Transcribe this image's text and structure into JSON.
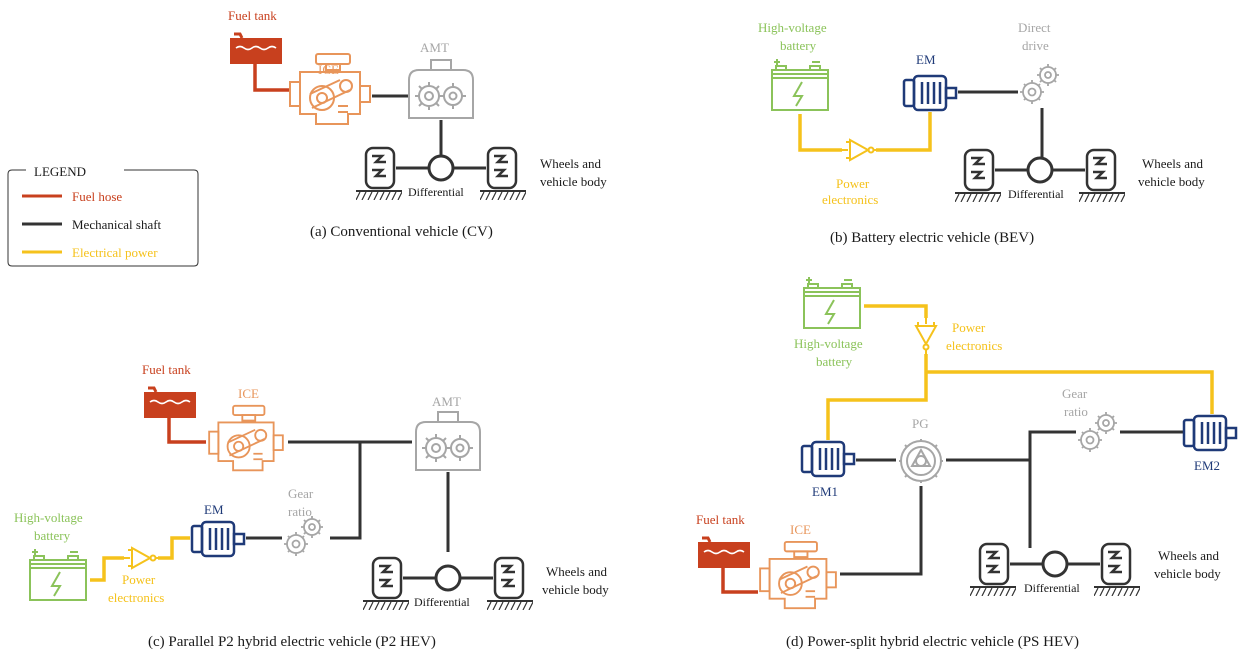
{
  "colors": {
    "fuel": "#c8401e",
    "ice": "#e8955a",
    "gray": "#a6a6a6",
    "shaft": "#333333",
    "electric": "#f5c21c",
    "battery": "#8bc35a",
    "motor": "#1f3a78"
  },
  "legend": {
    "title": "LEGEND",
    "items": [
      {
        "label": "Fuel hose",
        "color_key": "fuel"
      },
      {
        "label": "Mechanical shaft",
        "color_key": "shaft"
      },
      {
        "label": "Electrical power",
        "color_key": "electric"
      }
    ]
  },
  "panel_a": {
    "caption": "(a) Conventional vehicle (CV)",
    "fuel_tank": "Fuel tank",
    "ice": "ICE",
    "amt": "AMT",
    "differential": "Differential",
    "wheels_line1": "Wheels and",
    "wheels_line2": "vehicle body"
  },
  "panel_b": {
    "caption": "(b) Battery electric vehicle (BEV)",
    "battery_line1": "High-voltage",
    "battery_line2": "battery",
    "em": "EM",
    "drive_line1": "Direct",
    "drive_line2": "drive",
    "pe_line1": "Power",
    "pe_line2": "electronics",
    "differential": "Differential",
    "wheels_line1": "Wheels and",
    "wheels_line2": "vehicle body"
  },
  "panel_c": {
    "caption": "(c) Parallel P2 hybrid electric vehicle (P2 HEV)",
    "fuel_tank": "Fuel tank",
    "ice": "ICE",
    "amt": "AMT",
    "battery_line1": "High-voltage",
    "battery_line2": "battery",
    "pe_line1": "Power",
    "pe_line2": "electronics",
    "em": "EM",
    "gear_line1": "Gear",
    "gear_line2": "ratio",
    "differential": "Differential",
    "wheels_line1": "Wheels and",
    "wheels_line2": "vehicle body"
  },
  "panel_d": {
    "caption": "(d) Power-split hybrid electric vehicle (PS HEV)",
    "battery_line1": "High-voltage",
    "battery_line2": "battery",
    "pe_line1": "Power",
    "pe_line2": "electronics",
    "gear_line1": "Gear",
    "gear_line2": "ratio",
    "pg": "PG",
    "em1": "EM1",
    "em2": "EM2",
    "fuel_tank": "Fuel tank",
    "ice": "ICE",
    "differential": "Differential",
    "wheels_line1": "Wheels and",
    "wheels_line2": "vehicle body"
  }
}
